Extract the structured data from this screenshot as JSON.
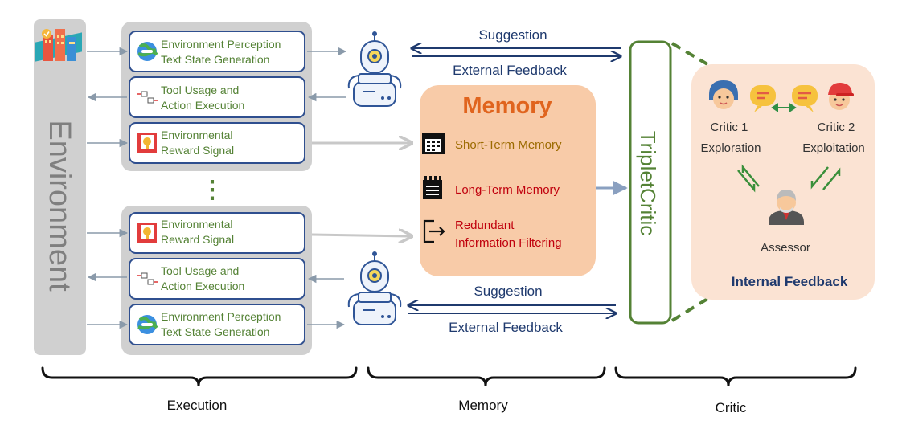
{
  "environment": {
    "label": "Environment"
  },
  "execution": {
    "top_group": {
      "box1": {
        "line1": "Environment Perception",
        "line2": "Text State Generation"
      },
      "box2": {
        "line1": "Tool Usage and",
        "line2": "Action Execution"
      },
      "box3": {
        "line1": "Environmental",
        "line2": "Reward Signal"
      }
    },
    "ellipsis": "⋮",
    "bottom_group": {
      "box1": {
        "line1": "Environmental",
        "line2": "Reward Signal"
      },
      "box2": {
        "line1": "Tool Usage and",
        "line2": "Action Execution"
      },
      "box3": {
        "line1": "Environment Perception",
        "line2": "Text State Generation"
      }
    }
  },
  "arrows": {
    "top_suggestion": "Suggestion",
    "top_feedback": "External Feedback",
    "bottom_suggestion": "Suggestion",
    "bottom_feedback": "External Feedback"
  },
  "memory": {
    "title": "Memory",
    "items": [
      {
        "label": "Short-Term Memory",
        "color": "#9c6b00"
      },
      {
        "label": "Long-Term Memory",
        "color": "#c0000d"
      },
      {
        "label_line1": "Redundant",
        "label_line2": "Information Filtering",
        "color": "#c0000d"
      }
    ]
  },
  "triplet_critic": {
    "label": "TripletCritic"
  },
  "critic_panel": {
    "critic1": {
      "line1": "Critic 1",
      "line2": "Exploration"
    },
    "critic2": {
      "line1": "Critic 2",
      "line2": "Exploitation"
    },
    "assessor": "Assessor",
    "internal_feedback": "Internal Feedback"
  },
  "sections": {
    "execution": "Execution",
    "memory": "Memory",
    "critic": "Critic"
  },
  "colors": {
    "green": "#548235",
    "navy": "#1f3a6e",
    "memory_bg": "#f8cba8",
    "memory_title": "#e0641e",
    "critic_bg": "#fbe3d3",
    "gray_panel": "#d0d0d0",
    "arrow_gray": "#c8c8c8",
    "line_gray": "#8a9aaa"
  }
}
